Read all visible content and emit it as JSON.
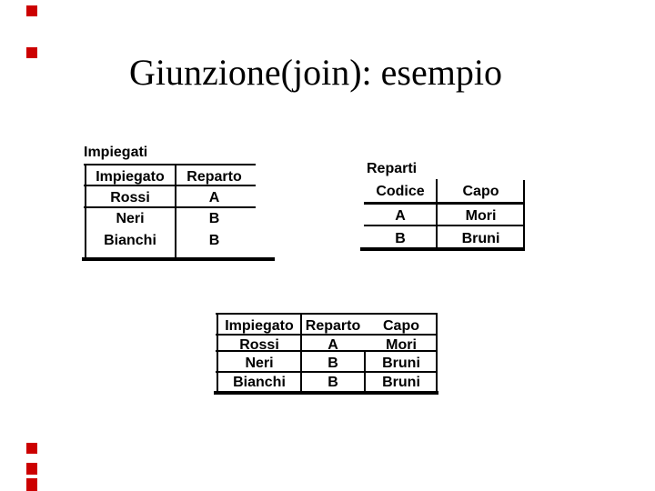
{
  "slide": {
    "title": "Giunzione(join): esempio",
    "decoration": {
      "description": "red dash marks on left edge",
      "color": "#cc0000"
    }
  },
  "tables": {
    "impiegati": {
      "label": "Impiegati",
      "headers": [
        "Impiegato",
        "Reparto"
      ],
      "rows": [
        [
          "Rossi",
          "A"
        ],
        [
          "Neri",
          "B"
        ],
        [
          "Bianchi",
          "B"
        ]
      ]
    },
    "reparti": {
      "label": "Reparti",
      "headers": [
        "Codice",
        "Capo"
      ],
      "rows": [
        [
          "A",
          "Mori"
        ],
        [
          "B",
          "Bruni"
        ]
      ]
    },
    "result": {
      "headers": [
        "Impiegato",
        "Reparto",
        "Capo"
      ],
      "rows": [
        [
          "Rossi",
          "A",
          "Mori"
        ],
        [
          "Neri",
          "B",
          "Bruni"
        ],
        [
          "Bianchi",
          "B",
          "Bruni"
        ]
      ]
    }
  }
}
